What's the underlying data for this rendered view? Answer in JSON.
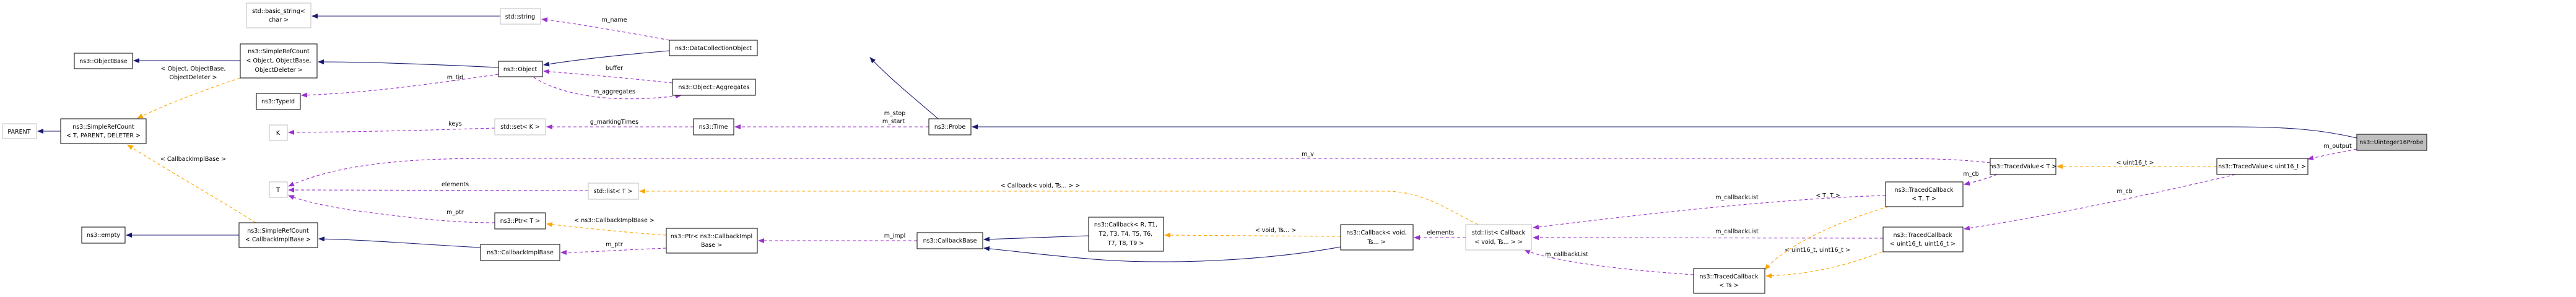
{
  "colors": {
    "inheritance": "#191970",
    "usage": "#9a32cd",
    "template": "#ffa500",
    "focus_fill": "#bfbfbf",
    "external_border": "#bfbfbf"
  },
  "nodes": {
    "uint16probe": [
      "ns3::Uinteger16Probe"
    ],
    "probe": [
      "ns3::Probe"
    ],
    "dco": [
      "ns3::DataCollectionObject"
    ],
    "object": [
      "ns3::Object"
    ],
    "src_obj": [
      "ns3::SimpleRefCount",
      "< Object, ObjectBase,",
      "ObjectDeleter >"
    ],
    "objectbase": [
      "ns3::ObjectBase"
    ],
    "src_tpd": [
      "ns3::SimpleRefCount",
      "< T, PARENT, DELETER >"
    ],
    "parent": [
      "PARENT"
    ],
    "basic_string": [
      "std::basic_string<",
      "char >"
    ],
    "string": [
      "std::string"
    ],
    "typeid": [
      "ns3::TypeId"
    ],
    "aggregates": [
      "ns3::Object::Aggregates"
    ],
    "k": [
      "K"
    ],
    "setk": [
      "std::set< K >"
    ],
    "time": [
      "ns3::Time"
    ],
    "t": [
      "T"
    ],
    "listt": [
      "std::list< T >"
    ],
    "ptrt": [
      "ns3::Ptr< T >"
    ],
    "ptrcib": [
      "ns3::Ptr< ns3::CallbackImpl",
      "Base >"
    ],
    "cib": [
      "ns3::CallbackImplBase"
    ],
    "src_cib": [
      "ns3::SimpleRefCount",
      "< CallbackImplBase >"
    ],
    "empty": [
      "ns3::empty"
    ],
    "cbbase": [
      "ns3::CallbackBase"
    ],
    "cbR": [
      "ns3::Callback< R, T1,",
      "T2, T3, T4, T5, T6,",
      "T7, T8, T9 >"
    ],
    "cbvoid": [
      "ns3::Callback< void,",
      "Ts... >"
    ],
    "listcb": [
      "std::list< Callback",
      "< void, Ts... > >"
    ],
    "tcts": [
      "ns3::TracedCallback",
      "< Ts >"
    ],
    "tctt": [
      "ns3::TracedCallback",
      "< T, T >"
    ],
    "tcuu": [
      "ns3::TracedCallback",
      "< uint16_t, uint16_t >"
    ],
    "tvt": [
      "ns3::TracedValue< T >"
    ],
    "tvu": [
      "ns3::TracedValue< uint16_t >"
    ]
  },
  "edge_labels": {
    "m_output": "m_output",
    "uint16_t": "< uint16_t >",
    "m_cb_1": "m_cb",
    "m_cb_2": "m_cb",
    "m_v": "m_v",
    "t_t": "< T, T >",
    "u_u": "< uint16_t, uint16_t >",
    "m_callbackList_1": "m_callbackList",
    "m_callbackList_2": "m_callbackList",
    "m_callbackList_3": "m_callbackList",
    "elements_1": "elements",
    "elements_2": "elements",
    "void_ts": "< void, Ts... >",
    "cb_void_ts": "< Callback< void, Ts... > >",
    "m_impl": "m_impl",
    "m_ptr_1": "m_ptr",
    "m_ptr_2": "m_ptr",
    "ns3_cib": "< ns3::CallbackImplBase >",
    "m_stop": "m_stop",
    "m_start": "m_start",
    "g_markingTimes": "g_markingTimes",
    "keys": "keys",
    "m_name": "m_name",
    "buffer": "buffer",
    "m_aggregates": "m_aggregates",
    "m_tid": "m_tid",
    "obj_tmpl_1": "< Object, ObjectBase,",
    "obj_tmpl_2": "ObjectDeleter >",
    "cib_tmpl": "< CallbackImplBase >"
  }
}
